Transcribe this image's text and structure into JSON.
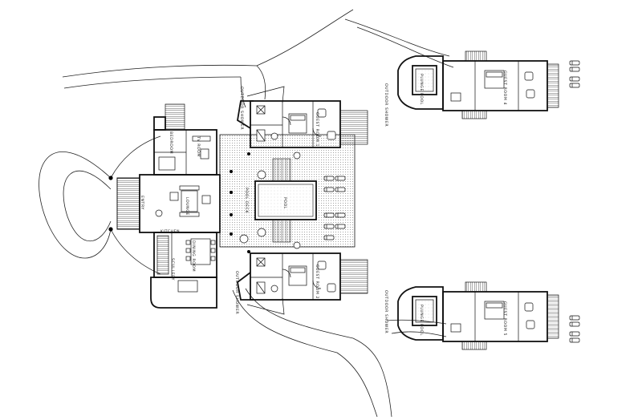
{
  "labels": {
    "entry": "ENTRY",
    "lounge": "LOUNGE",
    "bedroom": "BEDROOM",
    "tv_room": "TV ROOM",
    "kitchen": "KITCHEN",
    "dining_room": "DINING ROOM",
    "scullery": "SCULLERY",
    "pool_deck": "POOL DECK",
    "pool": "POOL",
    "guest_room_1": "GUEST ROOM 1",
    "guest_room_2": "GUEST ROOM 2",
    "guest_room_4": "GUEST ROOM 4",
    "guest_room_5": "GUEST ROOM 5",
    "outdoor_shower_top": "OUTDOOR SHOWER",
    "outdoor_shower_bottom": "OUTDOOR SHOWER",
    "outdoor_shower_4": "OUTDOOR SHOWER",
    "outdoor_shower_5": "OUTDOOR SHOWER",
    "plunge_pool_4": "PLUNGE POOL",
    "plunge_pool_5": "PLUNGE POOL"
  }
}
